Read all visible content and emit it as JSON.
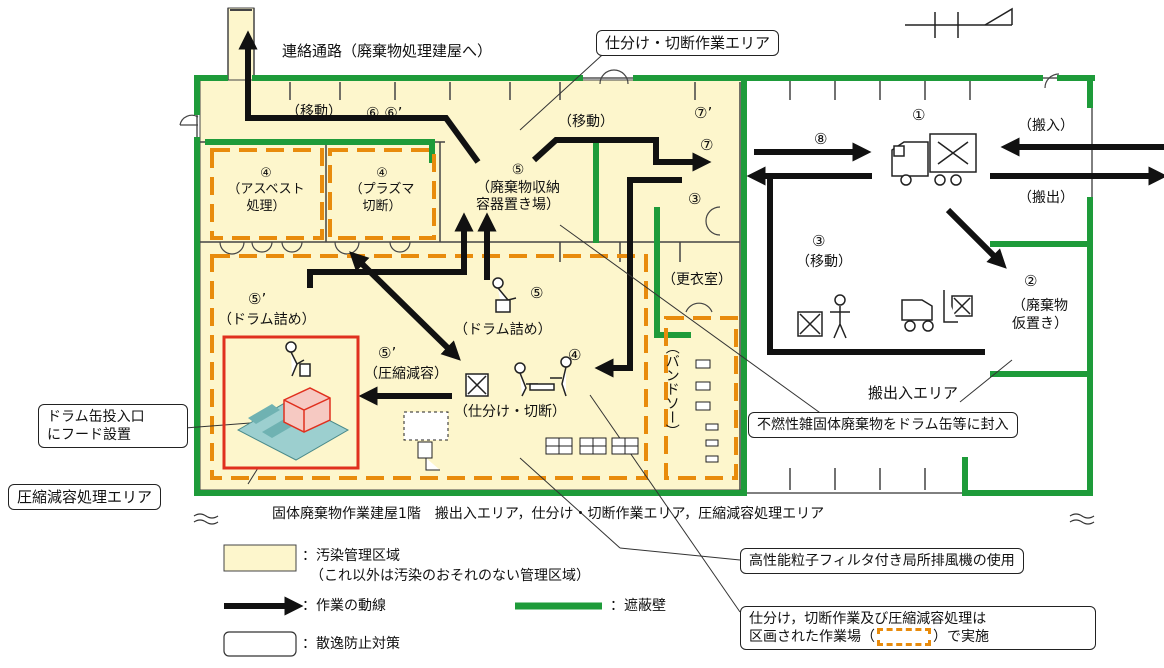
{
  "building": {
    "corridor_label": "連絡通路（廃棄物処理建屋へ）",
    "floor_caption": "固体廃棄物作業建屋1階　搬出入エリア，仕分け・切断作業エリア，圧縮減容処理エリア",
    "carry_area_label": "搬出入エリア"
  },
  "rooms": {
    "asbestos": {
      "num": "④",
      "line1": "（アスベスト",
      "line2": "処理）"
    },
    "plasma": {
      "num": "④",
      "line1": "（プラズマ",
      "line2": "切断）"
    },
    "storage": {
      "num": "⑤",
      "line1": "（廃棄物収納",
      "line2": "容器置き場）"
    },
    "changing": {
      "label": "（更衣室）"
    },
    "drum_fill_right": {
      "num": "⑤",
      "label": "（ドラム詰め）"
    },
    "drum_fill_left": {
      "num": "⑤’",
      "label": "（ドラム詰め）"
    },
    "compress": {
      "num": "⑤’",
      "label": "（圧縮減容）"
    },
    "sorting": {
      "num": "④",
      "label": "（仕分け・切断）"
    },
    "bandsaw": {
      "label": "（バンドソー）"
    }
  },
  "flow_labels": {
    "move_top": "（移動）",
    "six": "⑥ ⑥’",
    "move_mid": "（移動）",
    "seven_prime": "⑦’",
    "seven": "⑦",
    "three_mid": "③",
    "eight": "⑧",
    "one": "①",
    "carry_in": "（搬入）",
    "carry_out": "（搬出）",
    "three_right": "③",
    "move_right": "（移動）",
    "two": "②",
    "temp_line1": "（廃棄物",
    "temp_line2": "仮置き）"
  },
  "callouts": {
    "sorting_area": "仕分け・切断作業エリア",
    "drum_hood": [
      "ドラム缶投入口",
      "にフード設置"
    ],
    "compress_area": "圧縮減容処理エリア",
    "seal": "不燃性雑固体廃棄物をドラム缶等に封入",
    "hepa": "高性能粒子フィルタ付き局所排風機の使用",
    "work_line1": "仕分け，切断作業及び圧縮減容処理は",
    "work_line2_pre": "区画された作業場（",
    "work_line2_post": "）で実施"
  },
  "legend": {
    "contamination_line1": "：汚染管理区域",
    "contamination_line2": "（これ以外は汚染のおそれのない管理区域）",
    "flow": "：作業の動線",
    "shield": "：遮蔽壁",
    "scatter": "：散逸防止対策"
  },
  "colors": {
    "contamination_fill": "#fdf6cc",
    "shield_wall": "#1e9b3a",
    "work_zone_dash": "#e88b0c",
    "flow_arrow": "#111111",
    "compress_box": "#e0301e"
  },
  "icons": [
    "north-arrow-icon",
    "truck-icon",
    "forklift-icon",
    "worker-icon",
    "compactor-machine-icon"
  ]
}
